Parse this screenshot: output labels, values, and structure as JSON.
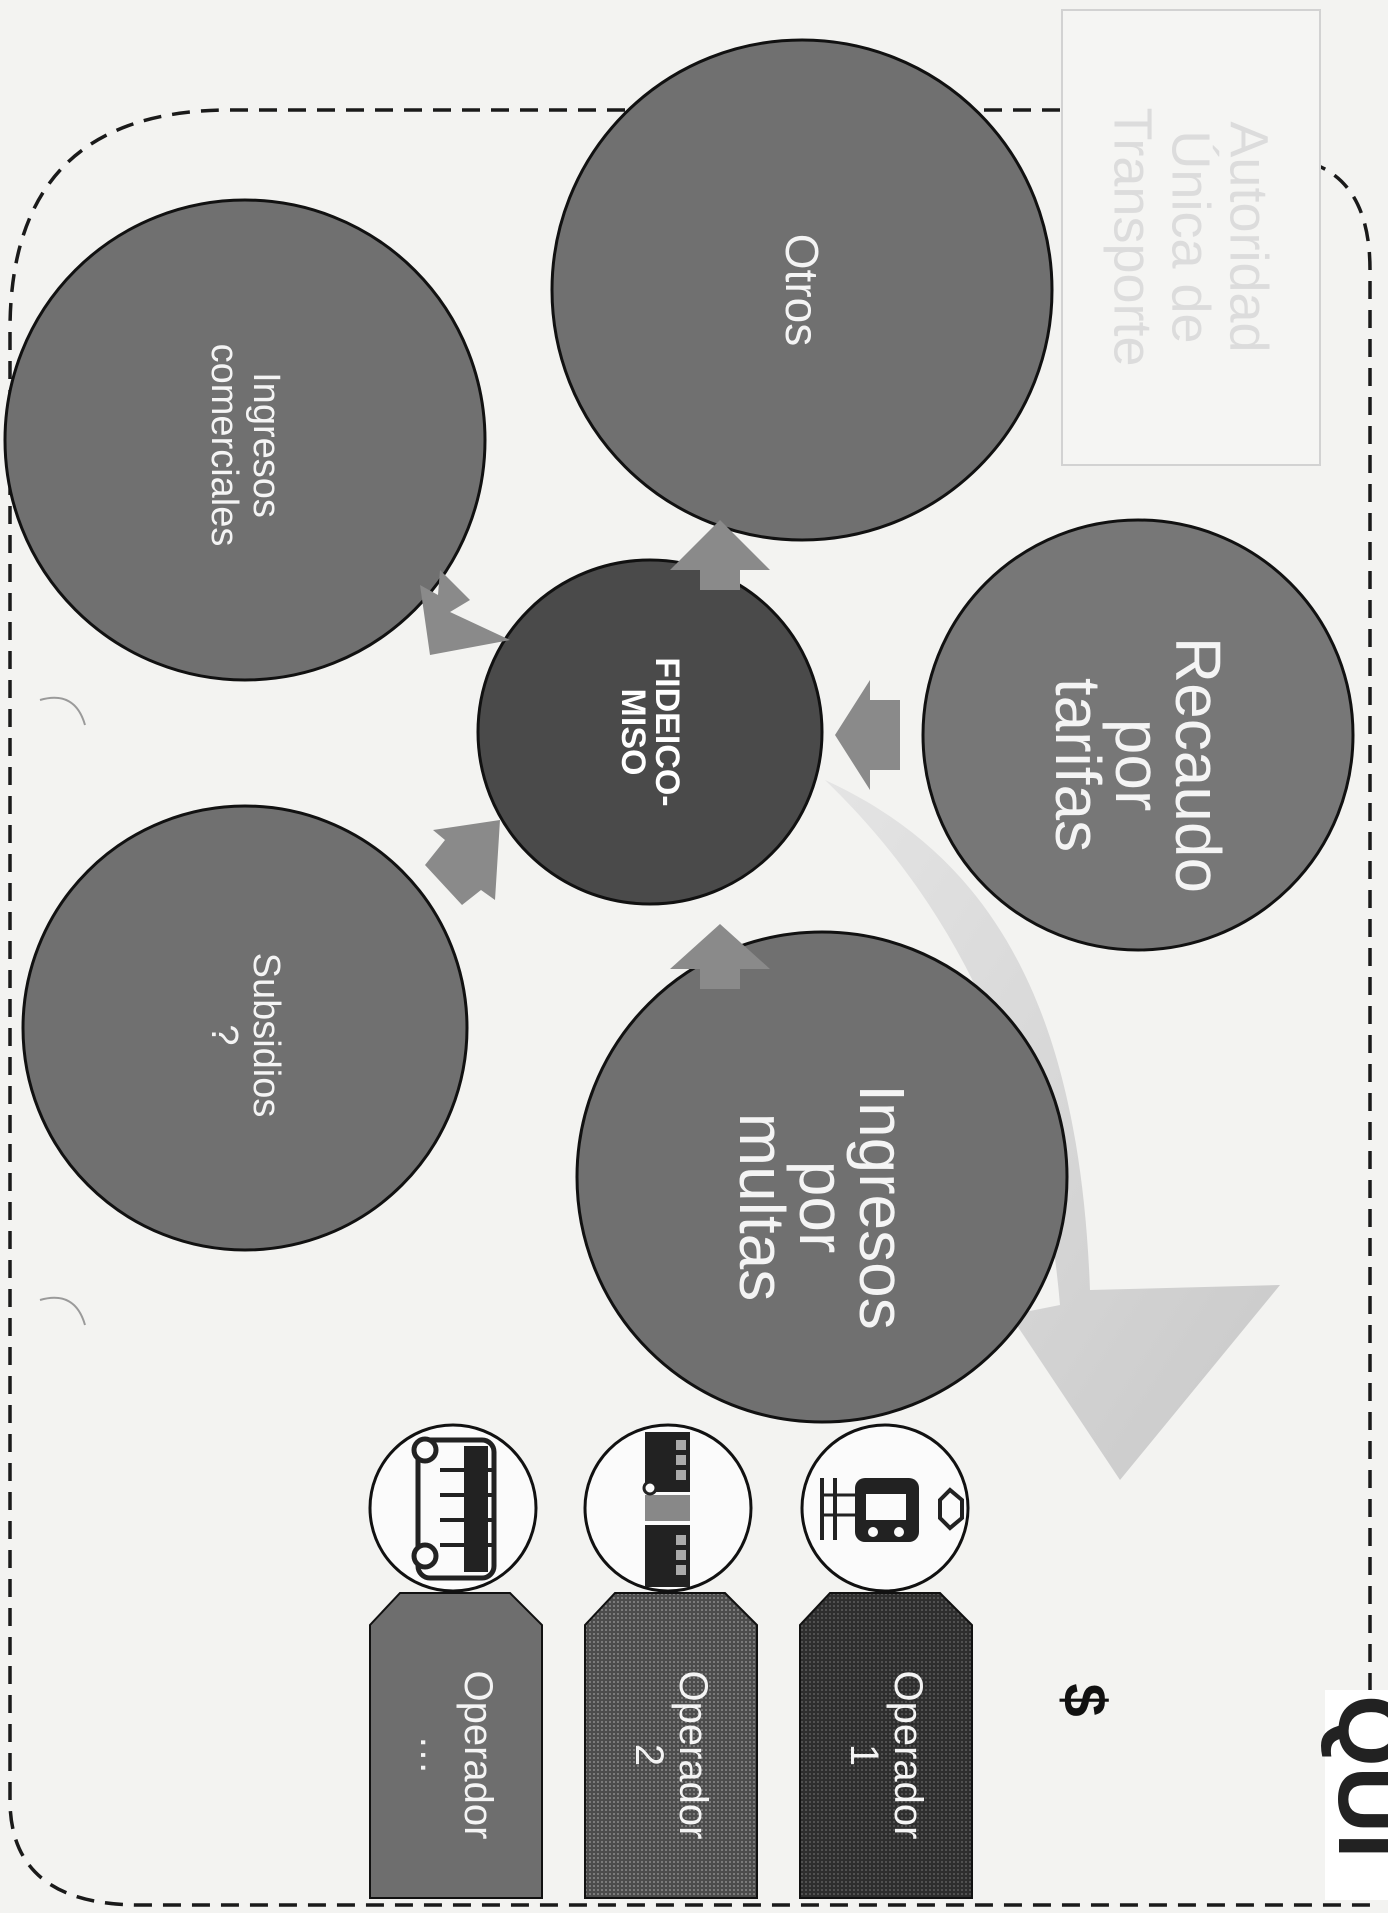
{
  "authority_box": {
    "line1": "Autoridad",
    "line2": "Única de",
    "line3": "Transporte"
  },
  "center": {
    "line1": "FIDEICO-",
    "line2": "MISO"
  },
  "sources": [
    {
      "id": "otros",
      "lines": [
        "Otros"
      ]
    },
    {
      "id": "ingresos-comerciales",
      "lines": [
        "Ingresos",
        "comerciales"
      ]
    },
    {
      "id": "recaudo-tarifas",
      "lines": [
        "Recaudo",
        "por",
        "tarifas"
      ]
    },
    {
      "id": "subsidios",
      "lines": [
        "Subsidios",
        "?"
      ]
    },
    {
      "id": "ingresos-multas",
      "lines": [
        "Ingresos",
        "por",
        "multas"
      ]
    }
  ],
  "money_symbol": "$",
  "operators": [
    {
      "line1": "Operador",
      "line2": "1",
      "icon": "tram-icon"
    },
    {
      "line1": "Operador",
      "line2": "2",
      "icon": "train-icon"
    },
    {
      "line1": "Operador",
      "line2": "…",
      "icon": "bus-icon"
    }
  ],
  "logo_text": "QUI",
  "colors": {
    "circle_gray": "#707070",
    "center_dark": "#4a4a4a",
    "operator1": "#3c3c3c",
    "operator2": "#555555",
    "operator3": "#6e6e6e",
    "arrow": "#8a8a8a"
  }
}
